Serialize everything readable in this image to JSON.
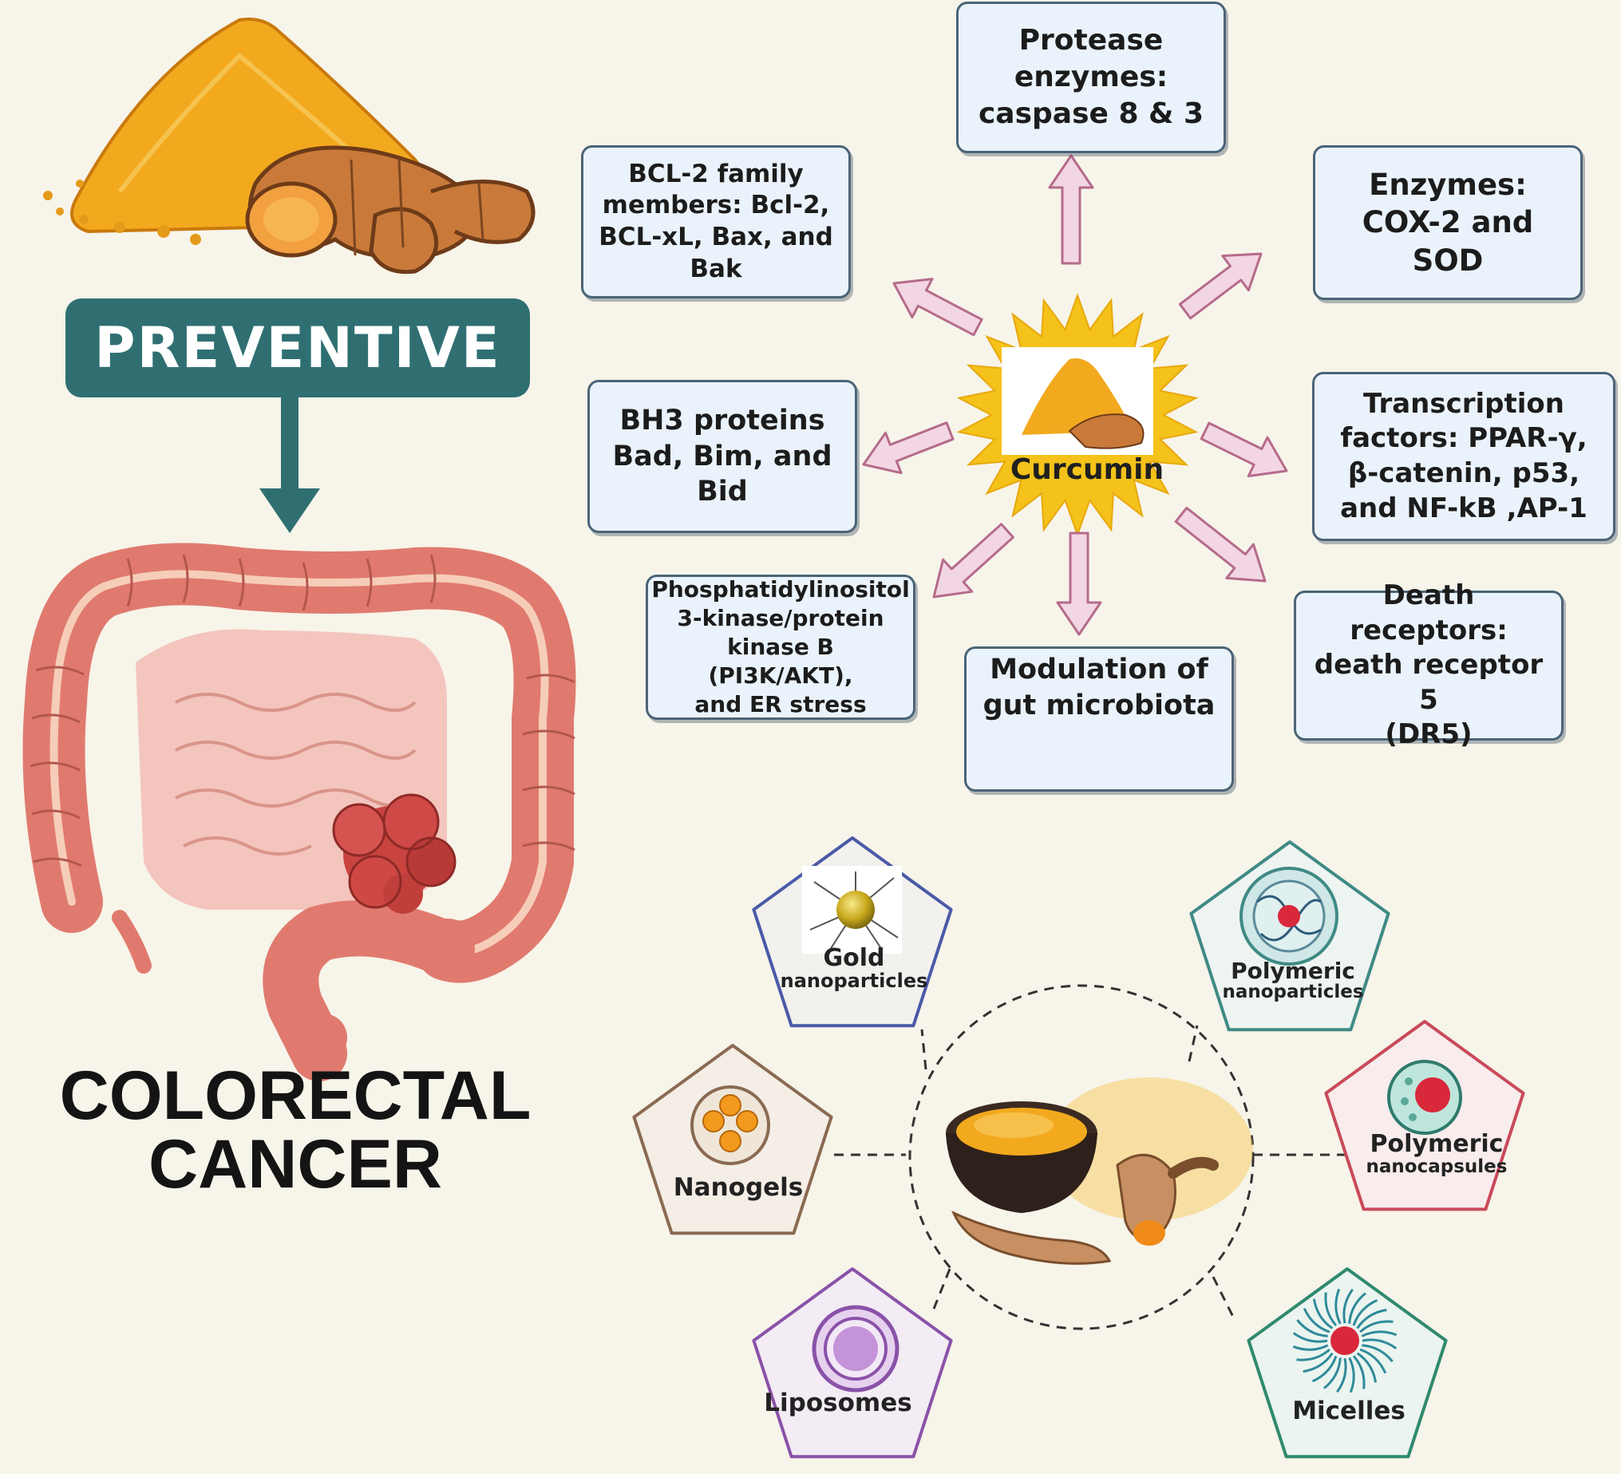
{
  "left_panel": {
    "preventive": "PREVENTIVE",
    "cancer_line1": "COLORECTAL",
    "cancer_line2": "CANCER"
  },
  "center": {
    "label": "Curcumin"
  },
  "targets": {
    "protease": [
      "Protease",
      "enzymes:",
      "caspase 8 & 3"
    ],
    "bcl2": [
      "BCL-2 family",
      "members: Bcl-2,",
      "BCL-xL, Bax, and",
      "Bak"
    ],
    "enzymes": [
      "Enzymes:",
      "COX-2 and SOD"
    ],
    "bh3": [
      "BH3 proteins",
      "Bad, Bim, and",
      "Bid"
    ],
    "transcription": [
      "Transcription",
      "factors: PPAR-γ,",
      "β-catenin, p53,",
      "and NF-kB ,AP-1"
    ],
    "pi3k": [
      "Phosphatidylinositol",
      "3-kinase/protein",
      "kinase B (PI3K/AKT),",
      "and ER stress"
    ],
    "gut": [
      "Modulation of",
      "gut microbiota"
    ],
    "death": [
      "Death receptors:",
      "death receptor 5",
      "(DR5)"
    ]
  },
  "nanocarriers": {
    "gold": [
      "Gold",
      "nanoparticles"
    ],
    "polymeric_np": [
      "Polymeric",
      "nanoparticles"
    ],
    "nanogels": [
      "Nanogels"
    ],
    "polymeric_nc": [
      "Polymeric",
      "nanocapsules"
    ],
    "liposomes": [
      "Liposomes"
    ],
    "micelles": [
      "Micelles"
    ]
  },
  "colors": {
    "background": "#f7f4ea",
    "preventive_bg": "#2f6f72",
    "box_fill": "#eaf3fb",
    "box_border": "#4b6478",
    "arrow_fill": "#f3d6e3",
    "arrow_stroke": "#b56b8b",
    "burst": "#f4c21a",
    "colon": "#e07a6e",
    "tumor": "#c9433f",
    "gold_border": "#4a5aa8",
    "polymeric_np_border": "#3f8a85",
    "nanogels_border": "#8a6a52",
    "polymeric_nc_border": "#c94a5a",
    "liposomes_border": "#8a52a8",
    "micelles_border": "#2f8a6e"
  },
  "icons": [
    "turmeric-powder-icon",
    "turmeric-root-icon",
    "colon-illustration",
    "tumor-icon",
    "down-arrow-icon",
    "sunburst-icon",
    "bacteria-icon",
    "gold-nanoparticle-icon",
    "polymeric-nanoparticle-icon",
    "nanogel-icon",
    "nanocapsule-icon",
    "liposome-icon",
    "micelle-icon",
    "curcumin-bowl-icon"
  ]
}
